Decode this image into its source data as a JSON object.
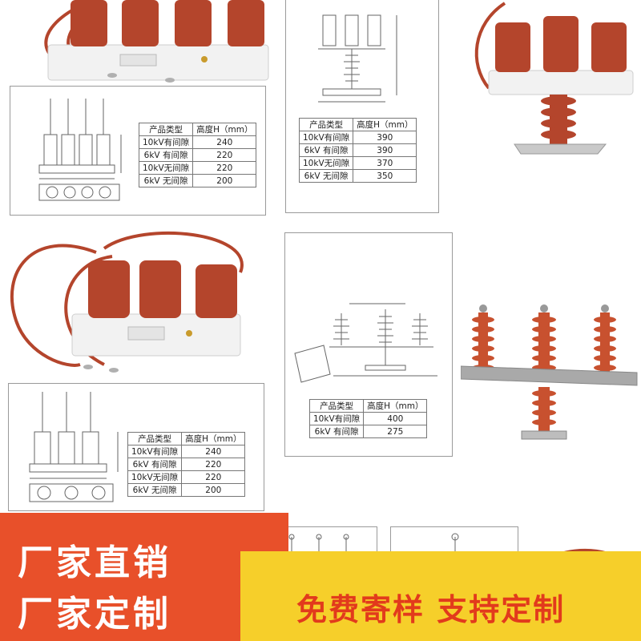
{
  "tables": {
    "t1": {
      "headers": [
        "产品类型",
        "高度H（mm）"
      ],
      "rows": [
        [
          "10kV有间隙",
          "240"
        ],
        [
          "6kV 有间隙",
          "220"
        ],
        [
          "10kV无间隙",
          "220"
        ],
        [
          "6kV 无间隙",
          "200"
        ]
      ]
    },
    "t2": {
      "headers": [
        "产品类型",
        "高度H（mm）"
      ],
      "rows": [
        [
          "10kV有间隙",
          "390"
        ],
        [
          "6kV 有间隙",
          "390"
        ],
        [
          "10kV无间隙",
          "370"
        ],
        [
          "6kV 无间隙",
          "350"
        ]
      ]
    },
    "t3": {
      "headers": [
        "产品类型",
        "高度H（mm）"
      ],
      "rows": [
        [
          "10kV有间隙",
          "240"
        ],
        [
          "6kV 有间隙",
          "220"
        ],
        [
          "10kV无间隙",
          "220"
        ],
        [
          "6kV 无间隙",
          "200"
        ]
      ]
    },
    "t4": {
      "headers": [
        "产品类型",
        "高度H（mm）"
      ],
      "rows": [
        [
          "10kV有间隙",
          "400"
        ],
        [
          "6kV 有间隙",
          "275"
        ]
      ]
    }
  },
  "banner": {
    "line1": "厂家直销",
    "line2": "厂家定制",
    "slogan": "免费寄样 支持定制"
  },
  "colors": {
    "insulator": "#b4452c",
    "banner_orange": "#e8502a",
    "banner_yellow": "#f6cf2a",
    "slogan_red": "#e23a1c"
  }
}
